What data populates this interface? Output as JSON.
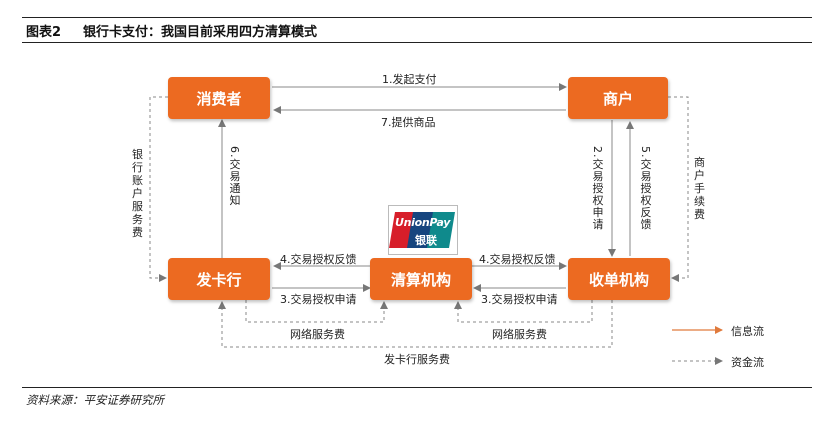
{
  "header": {
    "figure_no": "图表2",
    "title": "银行卡支付：我国目前采用四方清算模式"
  },
  "nodes": {
    "consumer": "消费者",
    "merchant": "商户",
    "issuer": "发卡行",
    "clearing": "清算机构",
    "acquirer": "收单机构"
  },
  "edges": {
    "pay": "1.发起支付",
    "goods": "7.提供商品",
    "auth_request_1": "2.交易授权申请",
    "auth_request_3a": "3.交易授权申请",
    "auth_request_3b": "3.交易授权申请",
    "auth_feedback_4a": "4.交易授权反馈",
    "auth_feedback_4b": "4.交易授权反馈",
    "auth_feedback_5": "5.交易授权反馈",
    "notify_6": "6.交易通知",
    "account_fee": "银行账户服务费",
    "merchant_fee": "商户手续费",
    "network_fee_a": "网络服务费",
    "network_fee_b": "网络服务费",
    "issuer_fee": "发卡行服务费"
  },
  "logo": {
    "text_en": "UnionPay",
    "text_cn": "银联"
  },
  "legend": {
    "info_flow": "信息流",
    "fund_flow": "资金流"
  },
  "colors": {
    "node": "#ec6a21",
    "line": "#8a8a8a",
    "legend_arrow": "#e07a3c"
  },
  "footer": {
    "source": "资料来源：平安证券研究所"
  }
}
